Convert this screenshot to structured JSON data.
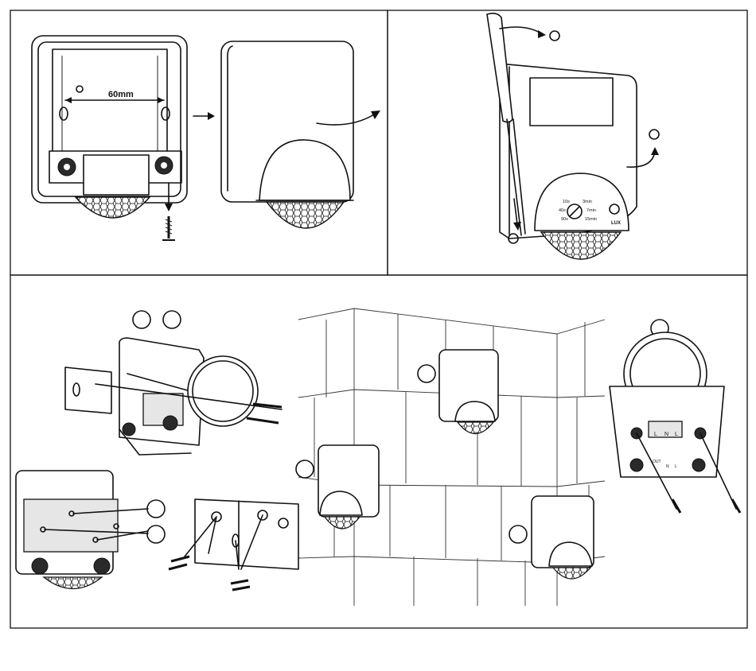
{
  "panel_top_left": {
    "dimension_label": "60mm"
  },
  "panel_top_right": {
    "dial_left": [
      "10s",
      "40s",
      "90s"
    ],
    "dial_right": [
      "3min",
      "7min",
      "15min"
    ],
    "dial_right_small": [
      "LUX"
    ]
  },
  "panel_bottom": {
    "terminal_labels": [
      "L",
      "N",
      "L"
    ],
    "terminal_out_labels": [
      "OUT",
      "N",
      "L"
    ]
  },
  "icons": [
    "screwdriver-icon",
    "screw-icon",
    "arrow-right-icon",
    "arrow-down-icon"
  ]
}
